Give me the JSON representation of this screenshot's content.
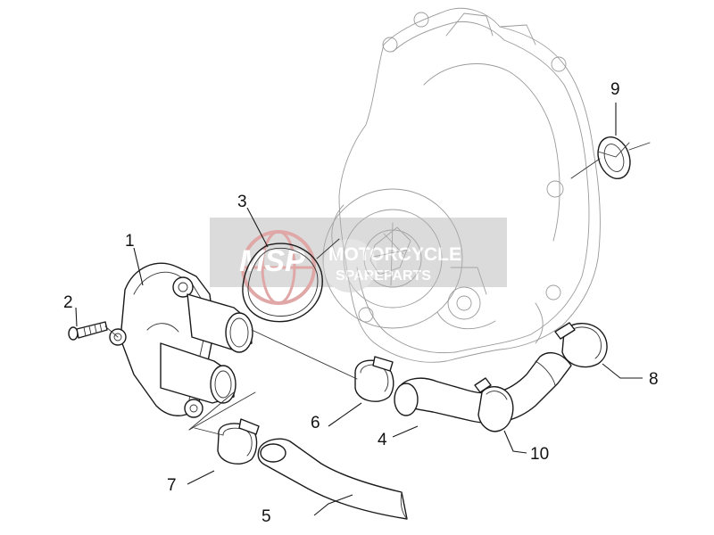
{
  "callouts": [
    {
      "number": "1",
      "part": "pump-cover"
    },
    {
      "number": "2",
      "part": "screw"
    },
    {
      "number": "3",
      "part": "o-ring"
    },
    {
      "number": "4",
      "part": "hose"
    },
    {
      "number": "5",
      "part": "hose"
    },
    {
      "number": "6",
      "part": "clamp"
    },
    {
      "number": "7",
      "part": "clamp"
    },
    {
      "number": "8",
      "part": "clamp"
    },
    {
      "number": "9",
      "part": "seal-ring"
    },
    {
      "number": "10",
      "part": "clamp"
    }
  ],
  "watermark": {
    "logo": "MSP",
    "line1": "MOTORCYCLE",
    "line2": "SPAREPARTS",
    "color": "#c86060"
  }
}
